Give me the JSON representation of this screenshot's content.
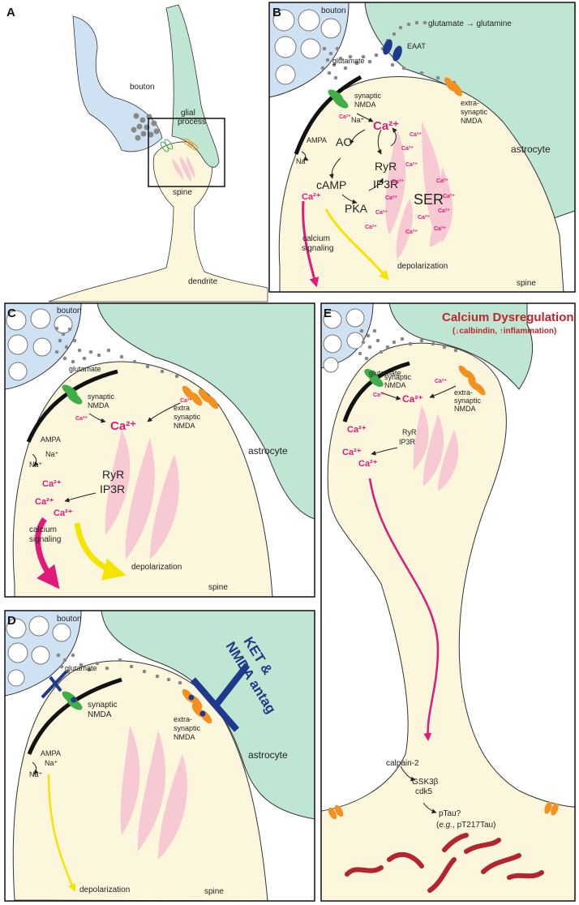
{
  "panels": {
    "A": {
      "letter": "A",
      "bouton": "bouton",
      "glial": "glial",
      "process": "process",
      "spine": "spine",
      "dendrite": "dendrite"
    },
    "B": {
      "letter": "B",
      "bouton": "bouton",
      "glutamate_to_glutamine": "glutamate → glutamine",
      "eaat": "EAAT",
      "glutamate": "glutamate",
      "synaptic": "synaptic",
      "nmda": "NMDA",
      "extra": "extra-",
      "synaptic2": "synaptic",
      "nmda2": "NMDA",
      "ampa": "AMPA",
      "na": "Na⁺",
      "ac": "AC",
      "camp": "cAMP",
      "pka": "PKA",
      "ryr": "RyR",
      "ip3r": "IP3R",
      "ser": "SER",
      "ca_big": "Ca²⁺",
      "ca_small": "Ca²⁺",
      "calcium": "calcium",
      "signaling": "signaling",
      "depolarization": "depolarization",
      "astrocyte": "astrocyte",
      "spine": "spine"
    },
    "C": {
      "letter": "C",
      "bouton": "bouton",
      "glutamate": "glutamate",
      "synaptic": "synaptic",
      "nmda": "NMDA",
      "extra": "extra",
      "synaptic2": "synaptic",
      "nmda2": "NMDA",
      "ampa": "AMPA",
      "na": "Na⁺",
      "ryr": "RyR",
      "ip3r": "IP3R",
      "ca": "Ca²⁺",
      "calcium": "calcium",
      "signaling": "signaling",
      "depolarization": "depolarization",
      "astrocyte": "astrocyte",
      "spine": "spine"
    },
    "D": {
      "letter": "D",
      "bouton": "bouton",
      "glutamate": "glutamate",
      "synaptic": "synaptic",
      "nmda": "NMDA",
      "extra": "extra-",
      "synaptic2": "synaptic",
      "nmda2": "NMDA",
      "ampa": "AMPA",
      "na": "Na⁺",
      "ket1": "KET &",
      "ket2": "NMDA antag",
      "depolarization": "depolarization",
      "astrocyte": "astrocyte",
      "spine": "spine"
    },
    "E": {
      "letter": "E",
      "title": "Calcium Dysregulation",
      "subtitle": "(↓calbindin, ↑inflammation)",
      "glutamate": "glutamate",
      "synaptic": "synaptic",
      "nmda": "NMDA",
      "extra": "extra-",
      "synaptic2": "synaptic",
      "nmda2": "NMDA",
      "ryr": "RyR",
      "ip3r": "IP3R",
      "ca": "Ca²⁺",
      "calpain": "calpain-2",
      "gsk": "GSK3β",
      "cdk": "cdk5",
      "ptau": "pTau?",
      "ptau_eg_pre": "(",
      "ptau_eg": "e.g.",
      "ptau_eg_post": ", pT217Tau)"
    }
  },
  "colors": {
    "bouton": "#cfe2f3",
    "astrocyte": "#bfe6d2",
    "spine": "#fcf7dc",
    "ser": "#f7c9d3",
    "calcium": "#e0197a",
    "depolarization": "#f5e400",
    "synaptic_nmda": "#3fae49",
    "extra_nmda": "#f4901e",
    "eaat": "#1f3a8c",
    "antagonist": "#1f3a8c",
    "title_red": "#c0272d",
    "tau": "#b3242f"
  }
}
